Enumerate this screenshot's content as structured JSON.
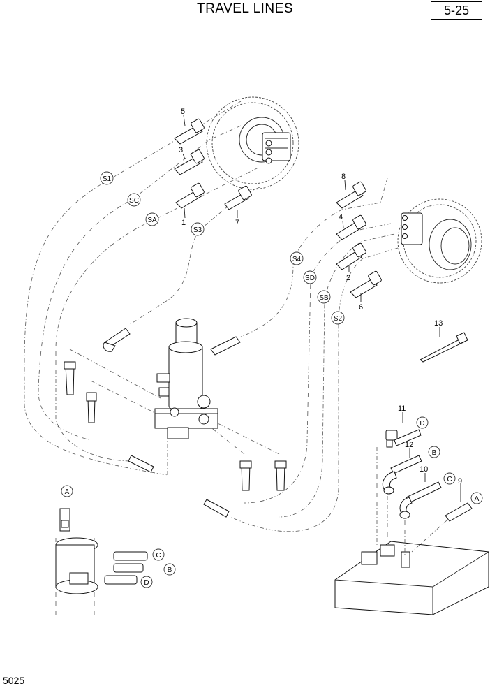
{
  "header": {
    "title": "TRAVEL LINES",
    "page_number": "5-25"
  },
  "footer": {
    "figure_code": "5025"
  },
  "part_numbers": [
    "1",
    "2",
    "3",
    "4",
    "5",
    "6",
    "7",
    "8",
    "9",
    "10",
    "11",
    "12",
    "13"
  ],
  "line_tags": [
    "S1",
    "SC",
    "SA",
    "S3",
    "S4",
    "SD",
    "SB",
    "S2"
  ],
  "port_tags": [
    "A",
    "B",
    "C",
    "D"
  ]
}
